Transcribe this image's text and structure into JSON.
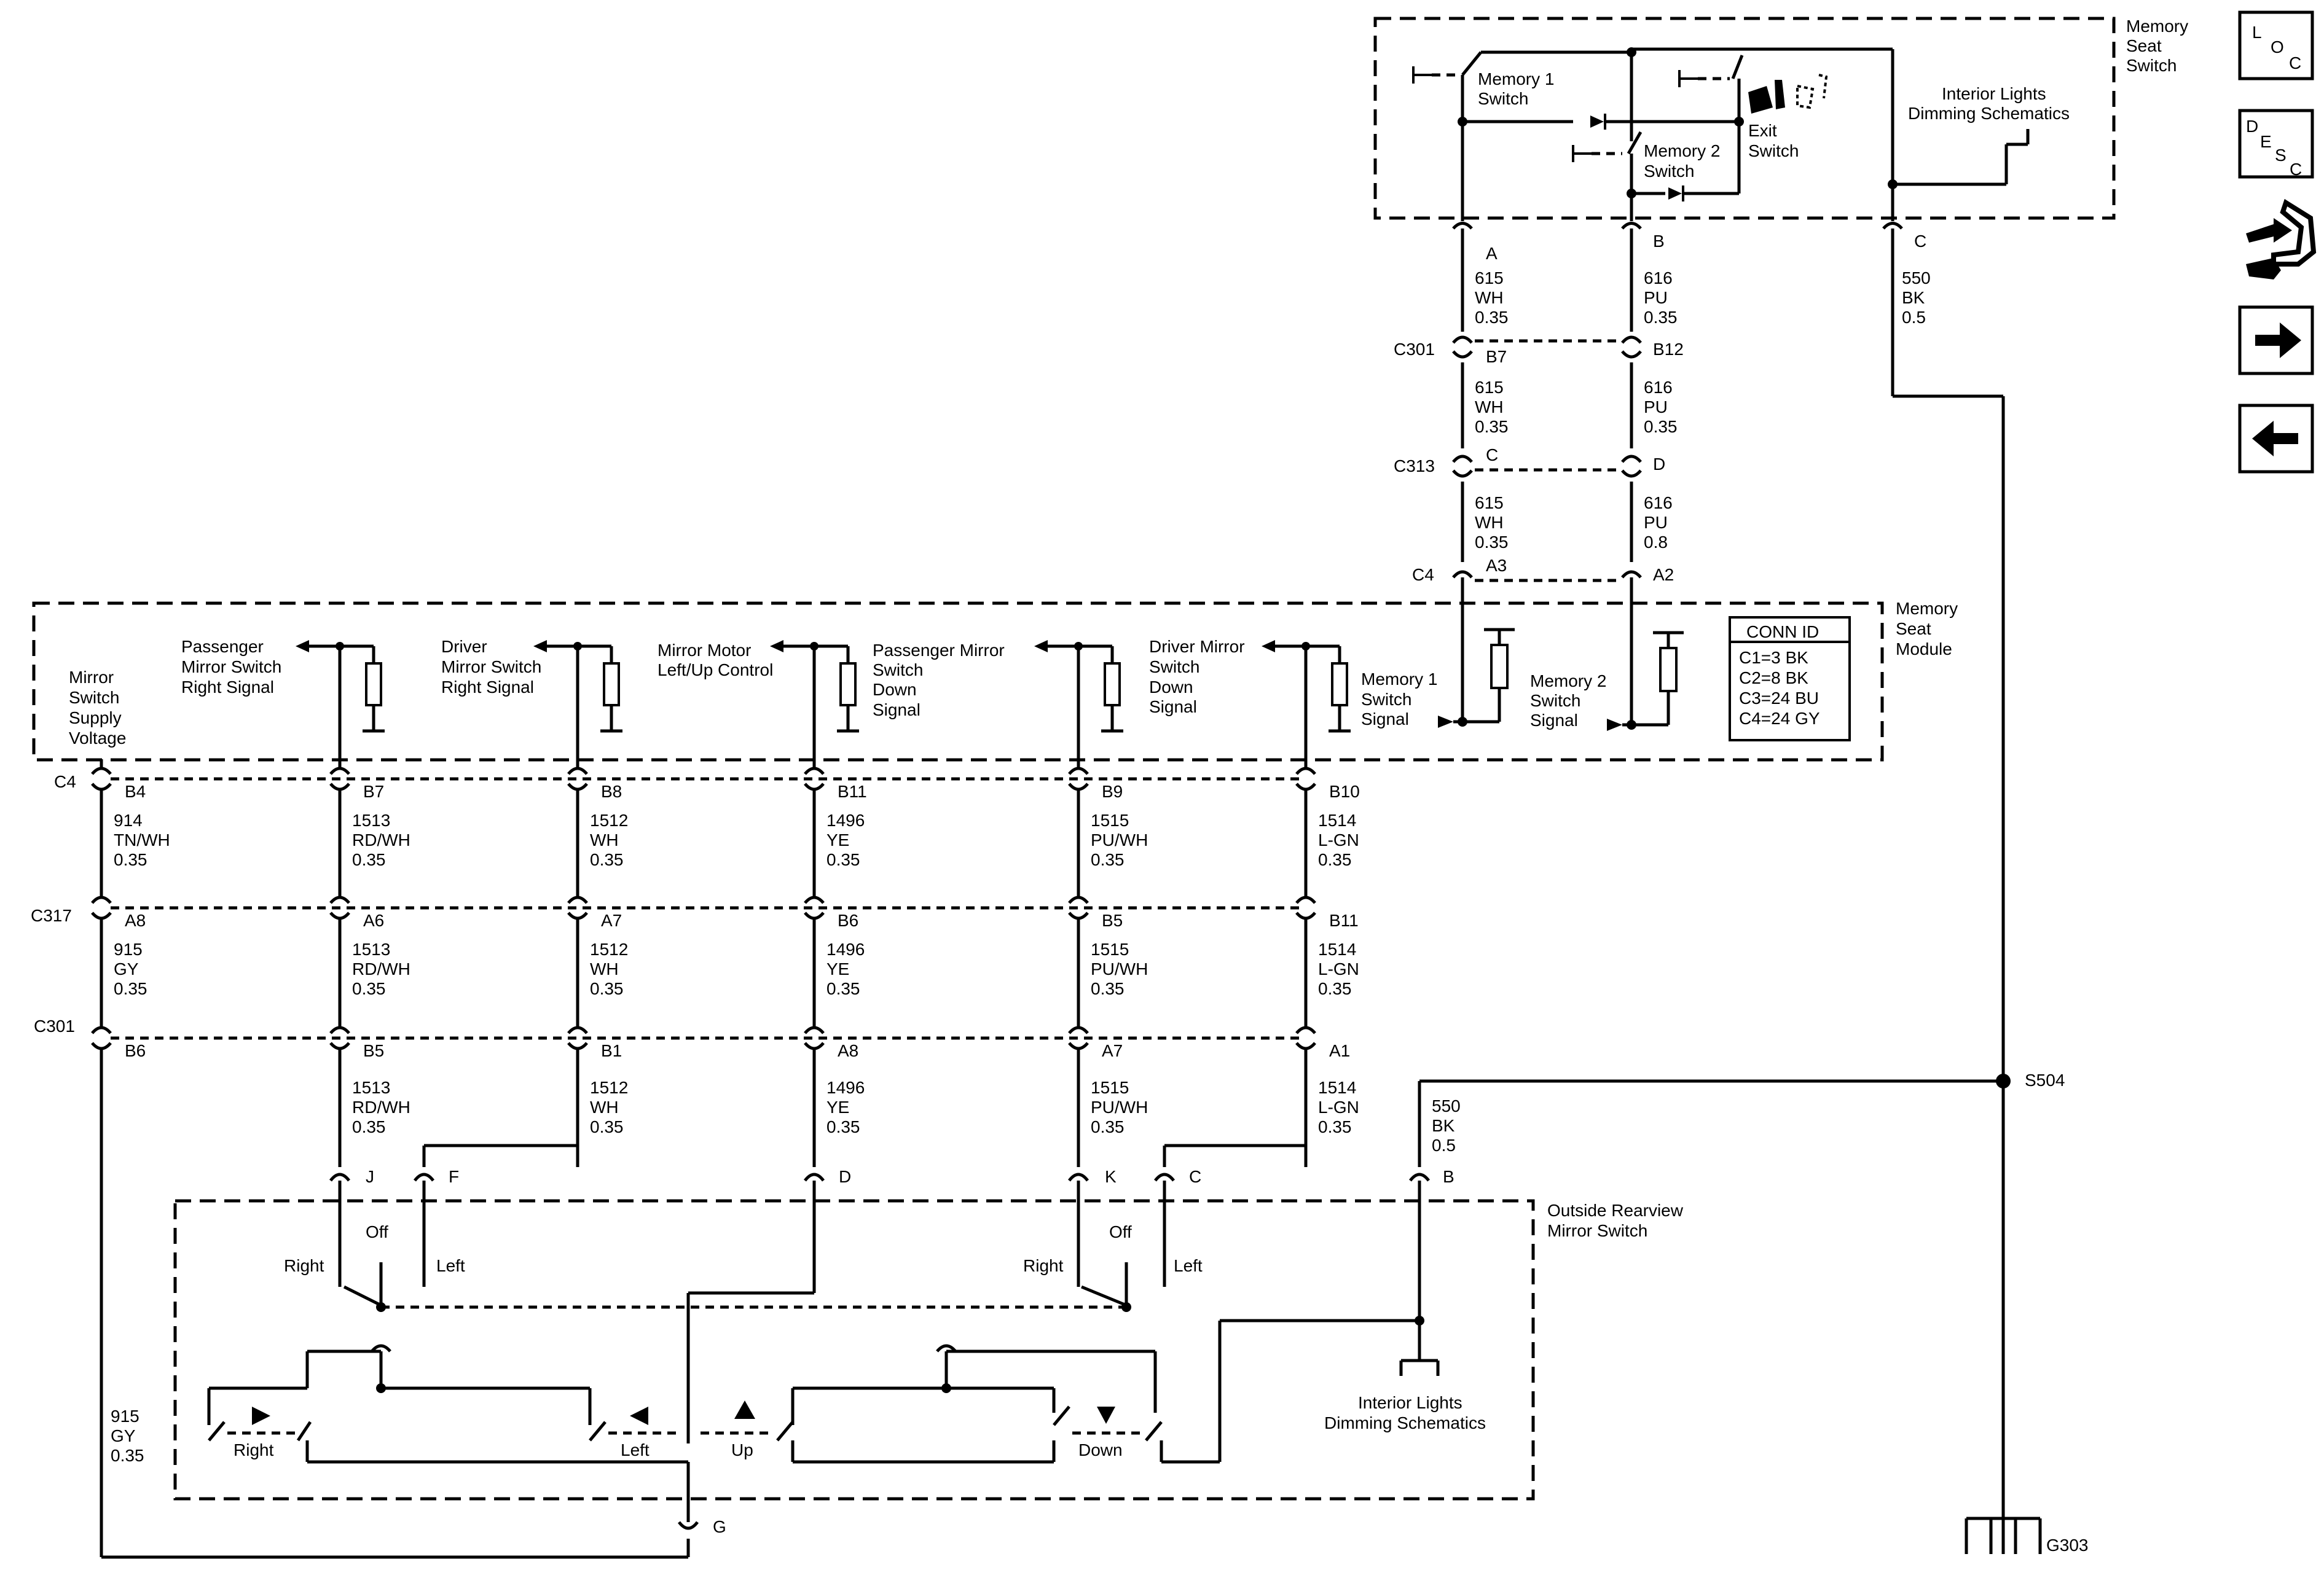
{
  "nav": {
    "loc": {
      "l1": "L",
      "l2": "O",
      "l3": "C"
    },
    "desc": {
      "l1": "D",
      "l2": "E",
      "l3": "S",
      "l4": "C"
    }
  },
  "memory_seat_switch": {
    "title1": "Memory",
    "title2": "Seat",
    "title3": "Switch",
    "mem1": {
      "l1": "Memory 1",
      "l2": "Switch"
    },
    "mem2": {
      "l1": "Memory 2",
      "l2": "Switch"
    },
    "exit": {
      "l1": "Exit",
      "l2": "Switch"
    },
    "interior": {
      "l1": "Interior Lights",
      "l2": "Dimming Schematics"
    },
    "pin_a": "A",
    "pin_b": "B",
    "pin_c": "C"
  },
  "right_wires": {
    "w615a": {
      "n": "615",
      "c": "WH",
      "g": "0.35"
    },
    "w616a": {
      "n": "616",
      "c": "PU",
      "g": "0.35"
    },
    "w550a": {
      "n": "550",
      "c": "BK",
      "g": "0.5"
    },
    "c301": "C301",
    "c301_b7": "B7",
    "c301_b12": "B12",
    "w615b": {
      "n": "615",
      "c": "WH",
      "g": "0.35"
    },
    "w616b": {
      "n": "616",
      "c": "PU",
      "g": "0.35"
    },
    "c313": "C313",
    "c313_c": "C",
    "c313_d": "D",
    "w615c": {
      "n": "615",
      "c": "WH",
      "g": "0.35"
    },
    "w616c": {
      "n": "616",
      "c": "PU",
      "g": "0.8"
    },
    "c4": "C4",
    "c4_a3": "A3",
    "c4_a2": "A2"
  },
  "module": {
    "title1": "Memory",
    "title2": "Seat",
    "title3": "Module",
    "supply": {
      "l1": "Mirror",
      "l2": "Switch",
      "l3": "Supply",
      "l4": "Voltage"
    },
    "pass_right": {
      "l1": "Passenger",
      "l2": "Mirror Switch",
      "l3": "Right Signal"
    },
    "drv_right": {
      "l1": "Driver",
      "l2": "Mirror Switch",
      "l3": "Right Signal"
    },
    "motor": {
      "l1": "Mirror Motor",
      "l2": "Left/Up Control"
    },
    "pass_down": {
      "l1": "Passenger Mirror",
      "l2": "Switch",
      "l3": "Down",
      "l4": "Signal"
    },
    "drv_down": {
      "l1": "Driver Mirror",
      "l2": "Switch",
      "l3": "Down",
      "l4": "Signal"
    },
    "mem1_sig": {
      "l1": "Memory 1",
      "l2": "Switch",
      "l3": "Signal"
    },
    "mem2_sig": {
      "l1": "Memory 2",
      "l2": "Switch",
      "l3": "Signal"
    },
    "conn_id": {
      "title": "CONN ID",
      "r1": "C1=3 BK",
      "r2": "C2=8 BK",
      "r3": "C3=24 BU",
      "r4": "C4=24 GY"
    }
  },
  "connectors": {
    "c4": "C4",
    "c317": "C317",
    "c301": "C301",
    "row1": [
      "B4",
      "B7",
      "B8",
      "B11",
      "B9",
      "B10"
    ],
    "row2": [
      "A8",
      "A6",
      "A7",
      "B6",
      "B5",
      "B11"
    ],
    "row3": [
      "B6",
      "B5",
      "B1",
      "A8",
      "A7",
      "A1"
    ]
  },
  "wires_seg1": [
    {
      "n": "914",
      "c": "TN/WH",
      "g": "0.35"
    },
    {
      "n": "1513",
      "c": "RD/WH",
      "g": "0.35"
    },
    {
      "n": "1512",
      "c": "WH",
      "g": "0.35"
    },
    {
      "n": "1496",
      "c": "YE",
      "g": "0.35"
    },
    {
      "n": "1515",
      "c": "PU/WH",
      "g": "0.35"
    },
    {
      "n": "1514",
      "c": "L-GN",
      "g": "0.35"
    }
  ],
  "wires_seg2": [
    {
      "n": "915",
      "c": "GY",
      "g": "0.35"
    },
    {
      "n": "1513",
      "c": "RD/WH",
      "g": "0.35"
    },
    {
      "n": "1512",
      "c": "WH",
      "g": "0.35"
    },
    {
      "n": "1496",
      "c": "YE",
      "g": "0.35"
    },
    {
      "n": "1515",
      "c": "PU/WH",
      "g": "0.35"
    },
    {
      "n": "1514",
      "c": "L-GN",
      "g": "0.35"
    }
  ],
  "wires_seg3": [
    {
      "n": "1513",
      "c": "RD/WH",
      "g": "0.35"
    },
    {
      "n": "1512",
      "c": "WH",
      "g": "0.35"
    },
    {
      "n": "1496",
      "c": "YE",
      "g": "0.35"
    },
    {
      "n": "1515",
      "c": "PU/WH",
      "g": "0.35"
    },
    {
      "n": "1514",
      "c": "L-GN",
      "g": "0.35"
    }
  ],
  "wire_915_bottom": {
    "n": "915",
    "c": "GY",
    "g": "0.35"
  },
  "wire_550_bottom": {
    "n": "550",
    "c": "BK",
    "g": "0.5"
  },
  "splice": "S504",
  "ground": "G303",
  "mirror_switch": {
    "title1": "Outside Rearview",
    "title2": "Mirror Switch",
    "pins": {
      "j": "J",
      "f": "F",
      "d": "D",
      "k": "K",
      "c": "C",
      "b": "B",
      "g": "G"
    },
    "right1": "Right",
    "off1": "Off",
    "left1": "Left",
    "right2": "Right",
    "off2": "Off",
    "left2": "Left",
    "sw_right": "Right",
    "sw_left": "Left",
    "sw_up": "Up",
    "sw_down": "Down",
    "interior": {
      "l1": "Interior Lights",
      "l2": "Dimming Schematics"
    }
  }
}
